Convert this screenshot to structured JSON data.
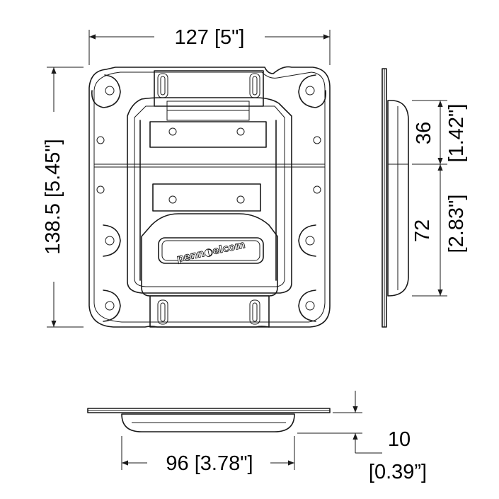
{
  "brand": {
    "logo_text": "penn◐elcom"
  },
  "dimensions": {
    "width": "127 [5\"]",
    "height": "138.5 [5.45\"]",
    "side_upper_mm": "36",
    "side_upper_in": "[1.42\"]",
    "side_lower_mm": "72",
    "side_lower_in": "[2.83\"]",
    "base_width": "96 [3.78\"]",
    "depth_mm": "10",
    "depth_in": "[0.39”]"
  },
  "colors": {
    "line": "#1a1a1a",
    "background": "#ffffff"
  }
}
